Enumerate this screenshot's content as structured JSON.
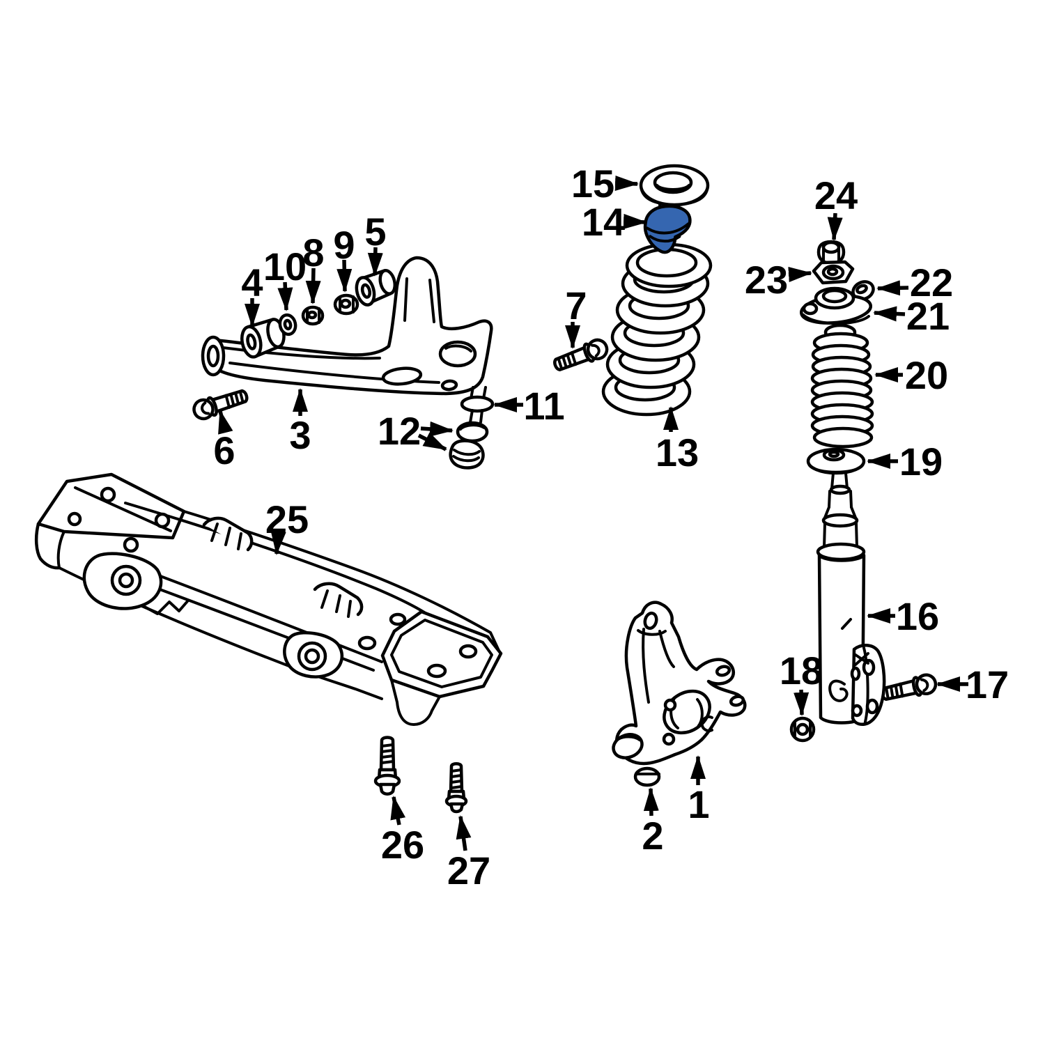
{
  "colors": {
    "background": "#ffffff",
    "line": "#000000",
    "highlight": "#3566b0"
  },
  "callouts": [
    {
      "num": "1"
    },
    {
      "num": "2"
    },
    {
      "num": "3"
    },
    {
      "num": "4"
    },
    {
      "num": "5"
    },
    {
      "num": "6"
    },
    {
      "num": "7"
    },
    {
      "num": "8"
    },
    {
      "num": "9"
    },
    {
      "num": "10"
    },
    {
      "num": "11"
    },
    {
      "num": "12"
    },
    {
      "num": "13"
    },
    {
      "num": "14"
    },
    {
      "num": "15"
    },
    {
      "num": "16"
    },
    {
      "num": "17"
    },
    {
      "num": "18"
    },
    {
      "num": "19"
    },
    {
      "num": "20"
    },
    {
      "num": "21"
    },
    {
      "num": "22"
    },
    {
      "num": "23"
    },
    {
      "num": "24"
    },
    {
      "num": "25"
    },
    {
      "num": "26"
    },
    {
      "num": "27"
    }
  ]
}
